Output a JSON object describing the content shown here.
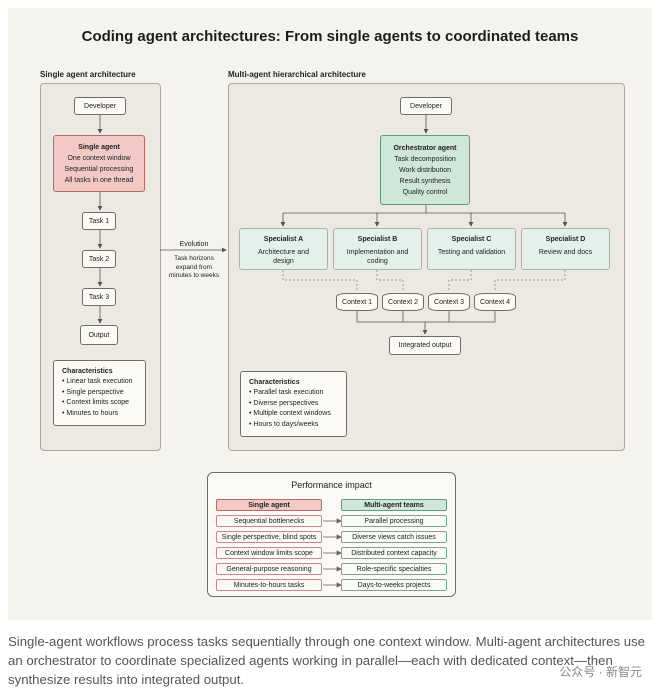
{
  "title": "Coding agent architectures: From single agents to coordinated teams",
  "single": {
    "section_title": "Single agent architecture",
    "developer": "Developer",
    "agent_title": "Single agent",
    "agent_lines": [
      "One context window",
      "Sequential processing",
      "All tasks in one thread"
    ],
    "tasks": [
      "Task 1",
      "Task 2",
      "Task 3"
    ],
    "output": "Output",
    "char_title": "Characteristics",
    "char_items": [
      "Linear task execution",
      "Single perspective",
      "Context limits scope",
      "Minutes to hours"
    ]
  },
  "evolution": {
    "label": "Evolution",
    "sublabel_lines": [
      "Task horizons",
      "expand from",
      "minutes to weeks"
    ]
  },
  "multi": {
    "section_title": "Multi-agent hierarchical architecture",
    "developer": "Developer",
    "orch_title": "Orchestrator agent",
    "orch_lines": [
      "Task decomposition",
      "Work distribution",
      "Result synthesis",
      "Quality control"
    ],
    "specialists": [
      {
        "name": "Specialist A",
        "desc_lines": [
          "Architecture and",
          "design"
        ]
      },
      {
        "name": "Specialist B",
        "desc_lines": [
          "Implementation and",
          "coding"
        ]
      },
      {
        "name": "Specialist C",
        "desc_lines": [
          "Testing and validation"
        ]
      },
      {
        "name": "Specialist D",
        "desc_lines": [
          "Review and docs"
        ]
      }
    ],
    "contexts": [
      "Context 1",
      "Context 2",
      "Context 3",
      "Context 4"
    ],
    "integrated": "Integrated output",
    "char_title": "Characteristics",
    "char_items": [
      "Parallel task execution",
      "Diverse perspectives",
      "Multiple context windows",
      "Hours to days/weeks"
    ]
  },
  "performance": {
    "title": "Performance impact",
    "col_single": "Single agent",
    "col_multi": "Multi-agent teams",
    "rows": [
      {
        "left": "Sequential bottlenecks",
        "right": "Parallel processing"
      },
      {
        "left": "Single perspective, blind spots",
        "right": "Diverse views catch issues"
      },
      {
        "left": "Context window limits scope",
        "right": "Distributed context capacity"
      },
      {
        "left": "General-purpose reasoning",
        "right": "Role-specific specialties"
      },
      {
        "left": "Minutes-to-hours tasks",
        "right": "Days-to-weeks projects"
      }
    ]
  },
  "caption": "Single-agent workflows process tasks sequentially through one context window. Multi-agent architectures use an orchestrator to coordinate specialized agents working in parallel—each with dedicated context—then synthesize results into integrated output.",
  "watermark": "公众号 · 新智元",
  "colors": {
    "pink": "#f3c9c6",
    "green": "#cfe7d9",
    "background": "#f4f3ee"
  }
}
